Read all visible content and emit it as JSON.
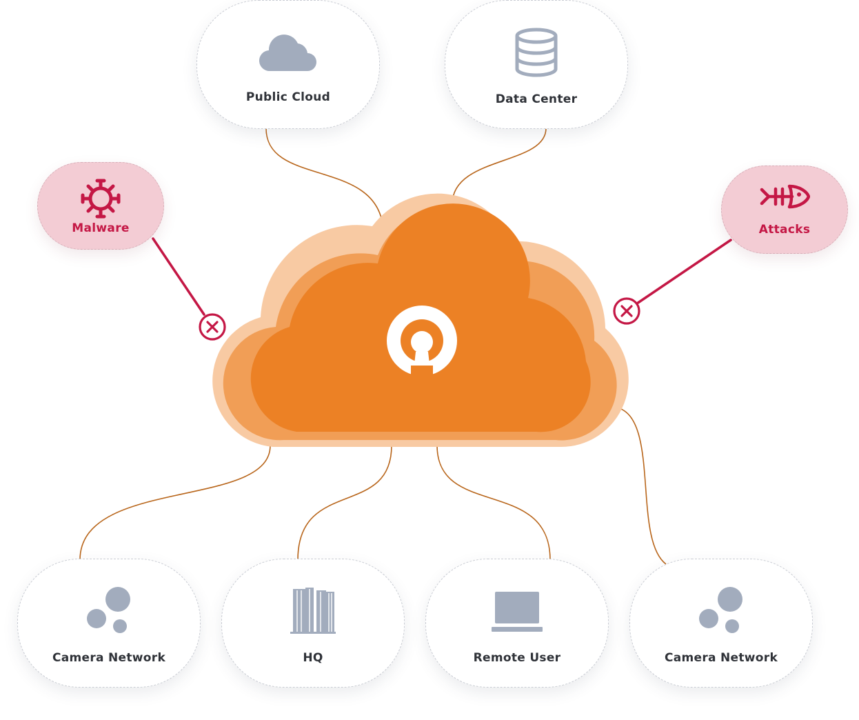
{
  "colors": {
    "accent_orange": "#ec8125",
    "cloud_mid": "#f19e56",
    "cloud_outer": "#f8caa3",
    "connector": "#b8651a",
    "threat_red": "#c41745",
    "threat_bg": "#f3ccd4",
    "icon_gray": "#a2acbd",
    "label_text": "#2f3238"
  },
  "hub": {
    "icon": "keyhole-logo-icon"
  },
  "nodes": {
    "public_cloud": {
      "label": "Public Cloud",
      "icon": "cloud-icon"
    },
    "data_center": {
      "label": "Data Center",
      "icon": "database-icon"
    },
    "camera_network_left": {
      "label": "Camera Network",
      "icon": "camera-network-icon"
    },
    "hq": {
      "label": "HQ",
      "icon": "office-building-icon"
    },
    "remote_user": {
      "label": "Remote User",
      "icon": "laptop-icon"
    },
    "camera_network_right": {
      "label": "Camera Network",
      "icon": "camera-network-icon"
    }
  },
  "threats": {
    "malware": {
      "label": "Malware",
      "icon": "virus-icon",
      "status": "blocked",
      "status_icon": "blocked-x-icon"
    },
    "attacks": {
      "label": "Attacks",
      "icon": "fishbone-icon",
      "status": "blocked",
      "status_icon": "blocked-x-icon"
    }
  }
}
